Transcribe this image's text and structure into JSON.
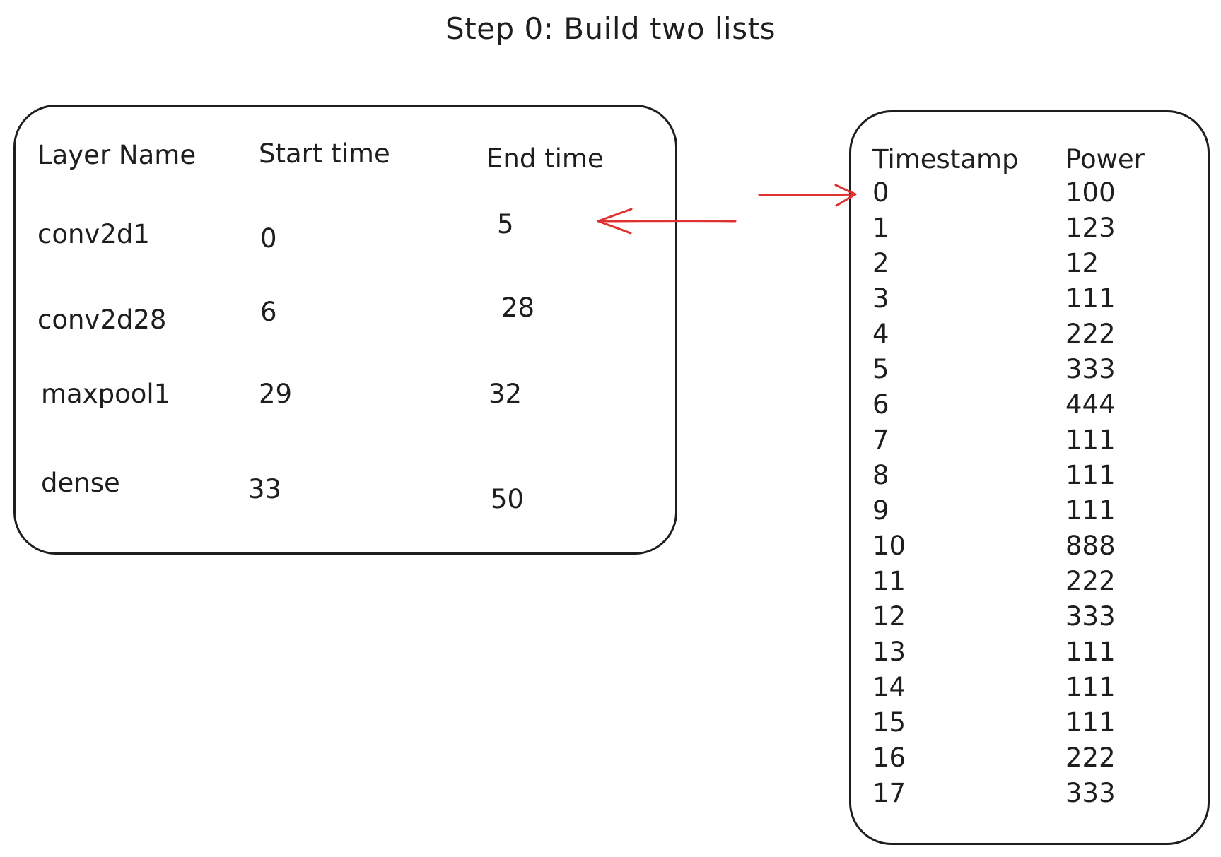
{
  "title": "Step 0: Build two lists",
  "layer_table": {
    "headers": [
      "Layer Name",
      "Start time",
      "End time"
    ],
    "rows": [
      [
        "conv2d1",
        "0",
        "5"
      ],
      [
        "conv2d28",
        "6",
        "28"
      ],
      [
        "maxpool1",
        "29",
        "32"
      ],
      [
        "dense",
        "33",
        "50"
      ]
    ]
  },
  "power_table": {
    "headers": [
      "Timestamp",
      "Power"
    ],
    "rows": [
      [
        "0",
        "100"
      ],
      [
        "1",
        "123"
      ],
      [
        "2",
        "12"
      ],
      [
        "3",
        "111"
      ],
      [
        "4",
        "222"
      ],
      [
        "5",
        "333"
      ],
      [
        "6",
        "444"
      ],
      [
        "7",
        "111"
      ],
      [
        "8",
        "111"
      ],
      [
        "9",
        "111"
      ],
      [
        "10",
        "888"
      ],
      [
        "11",
        "222"
      ],
      [
        "12",
        "333"
      ],
      [
        "13",
        "111"
      ],
      [
        "14",
        "111"
      ],
      [
        "15",
        "111"
      ],
      [
        "16",
        "222"
      ],
      [
        "17",
        "333"
      ]
    ]
  },
  "colors": {
    "stroke": "#1e1e1e",
    "arrow": "#e03131"
  }
}
